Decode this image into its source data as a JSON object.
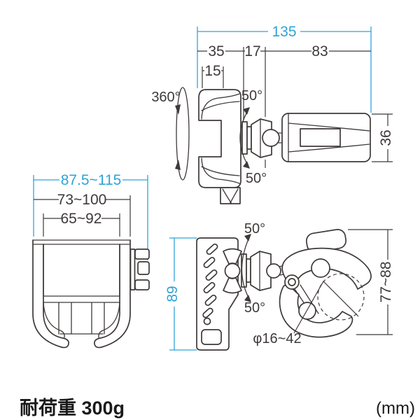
{
  "colors": {
    "accent": "#2fa3d8",
    "line": "#3e3a39"
  },
  "footer": {
    "load_capacity": "耐荷重 300g",
    "unit": "(mm)"
  },
  "side_view": {
    "overall_width": "135",
    "holder_depth": "35",
    "joint_width": "17",
    "arm_length": "83",
    "pad_depth": "15",
    "rotation": "360°",
    "tilt_up": "50°",
    "tilt_down": "50°",
    "arm_height": "36"
  },
  "front_view": {
    "overall_width": "87.5~115",
    "body_width": "73~100",
    "inner_width": "65~92"
  },
  "clamp_view": {
    "tilt_up": "50°",
    "tilt_down": "50°",
    "plate_height": "89",
    "clamp_height": "77~88",
    "pipe_diameter": "φ16~42"
  }
}
